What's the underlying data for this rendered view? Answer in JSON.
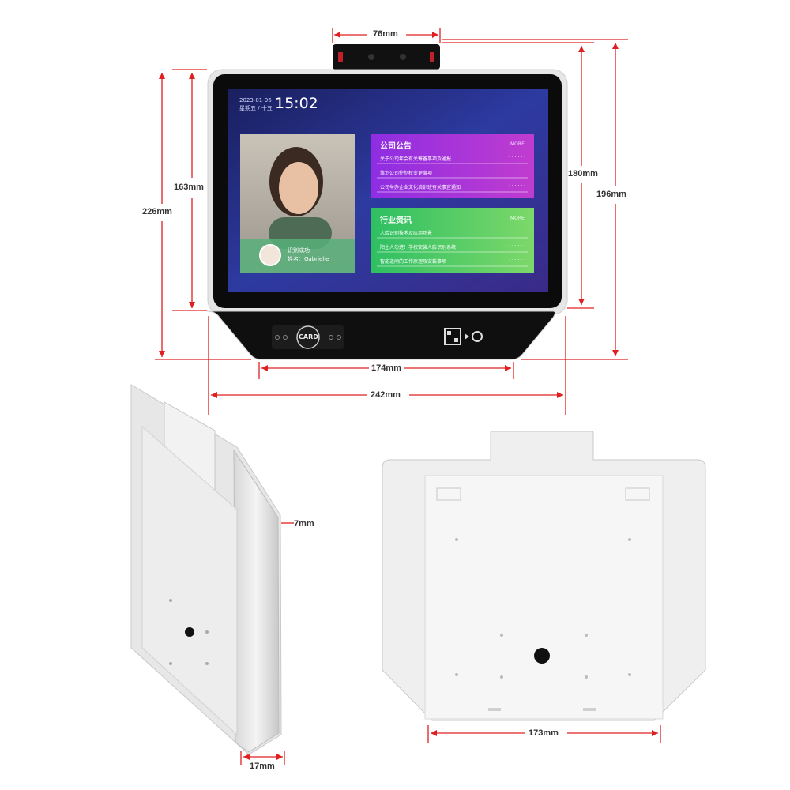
{
  "dimensions": {
    "camera_width": "76mm",
    "screen_height": "163mm",
    "total_height": "226mm",
    "screen_height_right": "180mm",
    "total_height_right": "196mm",
    "bottom_panel_width": "174mm",
    "total_width": "242mm",
    "side_depth_top": "7mm",
    "side_depth_bottom": "17mm",
    "back_width": "173mm"
  },
  "screen": {
    "date": "2023-01-06",
    "weekday": "星期五 / 十五",
    "time": "15:02",
    "user_label_1": "识别成功",
    "user_label_2": "姓名：Gabrielle",
    "notice_panel": {
      "title": "公司公告",
      "more": "MORE",
      "items": [
        "关于公司年会有关筹备事项及通报",
        "策划公司控制权变更事项",
        "公司举办企业文化培训班有关事宜通知"
      ],
      "dots": "· · · · · ·"
    },
    "news_panel": {
      "title": "行业资讯",
      "more": "MORE",
      "items": [
        "人脸识别技术及应用场景",
        "阳生人勿进！学校安装人脸识别系统",
        "智能道闸的工作原理及安装事项"
      ],
      "dots": "· · · · · ·"
    }
  },
  "bottom_panel": {
    "card_label": "CARD"
  },
  "colors": {
    "accent_red": "#e02020",
    "notice_purple": "#9b2fd8",
    "news_green": "#35c46a",
    "screen_bg": "#2a2f9a"
  }
}
